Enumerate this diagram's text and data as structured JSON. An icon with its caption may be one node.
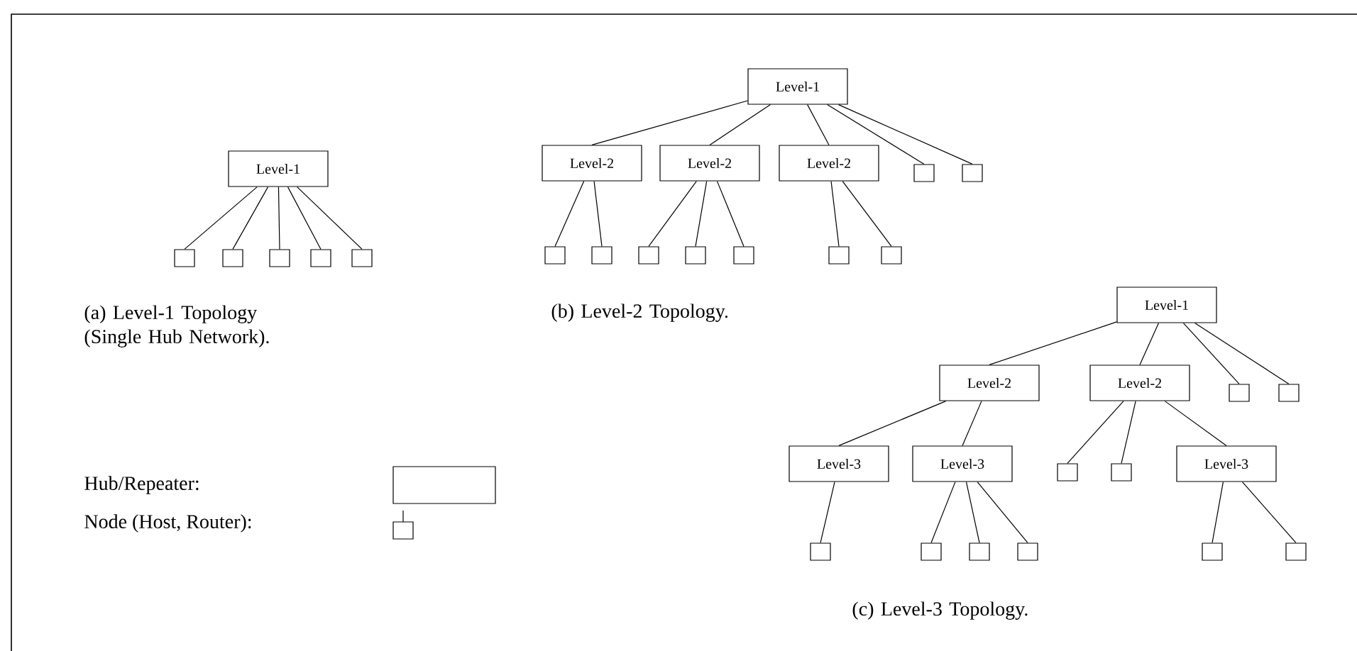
{
  "diagram": {
    "nodes": [
      {
        "text": [
          "Level-1"
        ]
      },
      {
        "text": [],
        "shape": "box"
      },
      {
        "text": [],
        "shape": "box"
      },
      {
        "text": [],
        "shape": "box"
      },
      {
        "text": [],
        "shape": "box"
      },
      {
        "text": [],
        "shape": "box"
      },
      {
        "text": [
          "Level-1"
        ]
      },
      {
        "text": [
          "Level-2"
        ]
      },
      {
        "text": [
          "Level-2"
        ]
      },
      {
        "text": [
          "Level-2"
        ]
      },
      {
        "text": [],
        "shape": "box"
      },
      {
        "text": [],
        "shape": "box"
      },
      {
        "text": [],
        "shape": "box"
      },
      {
        "text": [],
        "shape": "box"
      },
      {
        "text": [],
        "shape": "box"
      },
      {
        "text": [],
        "shape": "box"
      },
      {
        "text": [],
        "shape": "box"
      },
      {
        "text": [],
        "shape": "box"
      },
      {
        "text": [],
        "shape": "box"
      },
      {
        "text": [
          "Level-1"
        ]
      },
      {
        "text": [
          "Level-2"
        ]
      },
      {
        "text": [
          "Level-2"
        ]
      },
      {
        "text": [],
        "shape": "box"
      },
      {
        "text": [],
        "shape": "box"
      },
      {
        "text": [
          "Level-3"
        ]
      },
      {
        "text": [
          "Level-3"
        ]
      },
      {
        "text": [],
        "shape": "box"
      },
      {
        "text": [],
        "shape": "box"
      },
      {
        "text": [
          "Level-3"
        ]
      },
      {
        "text": [],
        "shape": "box"
      },
      {
        "text": [],
        "shape": "box"
      },
      {
        "text": [],
        "shape": "box"
      },
      {
        "text": [],
        "shape": "box"
      },
      {
        "text": [],
        "shape": "box"
      },
      {
        "text": [],
        "shape": "box"
      }
    ],
    "edges": [
      {
        "from": 0,
        "to": 1,
        "arrow": "none"
      },
      {
        "from": 0,
        "to": 2,
        "arrow": "none"
      },
      {
        "from": 0,
        "to": 3,
        "arrow": "none"
      },
      {
        "from": 0,
        "to": 4,
        "arrow": "none"
      },
      {
        "from": 0,
        "to": 5,
        "arrow": "none"
      },
      {
        "from": 6,
        "to": 7,
        "arrow": "none"
      },
      {
        "from": 6,
        "to": 8,
        "arrow": "none"
      },
      {
        "from": 6,
        "to": 9,
        "arrow": "none"
      },
      {
        "from": 6,
        "to": 10,
        "arrow": "none"
      },
      {
        "from": 6,
        "to": 11,
        "arrow": "none"
      },
      {
        "from": 7,
        "to": 12,
        "arrow": "none"
      },
      {
        "from": 7,
        "to": 13,
        "arrow": "none"
      },
      {
        "from": 8,
        "to": 14,
        "arrow": "none"
      },
      {
        "from": 8,
        "to": 15,
        "arrow": "none"
      },
      {
        "from": 8,
        "to": 16,
        "arrow": "none"
      },
      {
        "from": 9,
        "to": 17,
        "arrow": "none"
      },
      {
        "from": 9,
        "to": 18,
        "arrow": "none"
      },
      {
        "from": 19,
        "to": 20,
        "arrow": "none"
      },
      {
        "from": 19,
        "to": 21,
        "arrow": "none"
      },
      {
        "from": 19,
        "to": 22,
        "arrow": "none"
      },
      {
        "from": 19,
        "to": 23,
        "arrow": "none"
      },
      {
        "from": 20,
        "to": 24,
        "arrow": "none"
      },
      {
        "from": 20,
        "to": 25,
        "arrow": "none"
      },
      {
        "from": 21,
        "to": 26,
        "arrow": "none"
      },
      {
        "from": 21,
        "to": 27,
        "arrow": "none"
      },
      {
        "from": 21,
        "to": 28,
        "arrow": "none"
      },
      {
        "from": 24,
        "to": 29,
        "arrow": "none"
      },
      {
        "from": 25,
        "to": 30,
        "arrow": "none"
      },
      {
        "from": 25,
        "to": 31,
        "arrow": "none"
      },
      {
        "from": 25,
        "to": 32,
        "arrow": "none"
      },
      {
        "from": 28,
        "to": 33,
        "arrow": "none"
      },
      {
        "from": 28,
        "to": 34,
        "arrow": "none"
      }
    ],
    "labels": [
      "(a) Level-1 Topology (Single Hub Network).",
      "(b) Level-2 Topology.",
      "(c) Level-3 Topology."
    ],
    "legend": [
      {
        "text": "Hub/Repeater:"
      },
      {
        "text": "Node (Host, Router):"
      }
    ]
  }
}
